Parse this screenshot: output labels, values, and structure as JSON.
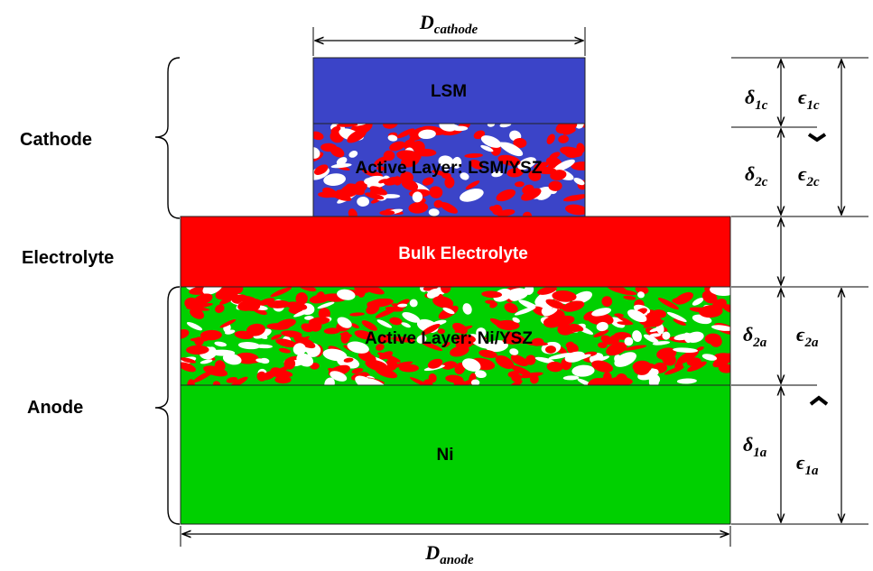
{
  "dimensions": {
    "cathode_width": {
      "symbol": "D",
      "subscript": "cathode"
    },
    "anode_width": {
      "symbol": "D",
      "subscript": "anode"
    }
  },
  "group_labels": {
    "cathode": "Cathode",
    "electrolyte": "Electrolyte",
    "anode": "Anode"
  },
  "layers": {
    "lsm": {
      "label": "LSM",
      "color": "#3b44c8"
    },
    "cathode_active": {
      "label": "Active Layer: LSM/YSZ",
      "colors": [
        "#3b44c8",
        "#ff0000",
        "#ffffff"
      ]
    },
    "electrolyte": {
      "label": "Bulk Electrolyte",
      "color": "#ff0000"
    },
    "anode_active": {
      "label": "Active Layer: Ni/YSZ",
      "colors": [
        "#00d000",
        "#ff0000",
        "#ffffff"
      ]
    },
    "ni": {
      "label": "Ni",
      "color": "#00d000"
    }
  },
  "thickness_labels": {
    "delta_1c": {
      "symbol": "δ",
      "subscript": "1c"
    },
    "delta_2c": {
      "symbol": "δ",
      "subscript": "2c"
    },
    "eps_1c": {
      "symbol": "ϵ",
      "subscript": "1c"
    },
    "eps_2c": {
      "symbol": "ϵ",
      "subscript": "2c"
    },
    "delta_2a": {
      "symbol": "δ",
      "subscript": "2a"
    },
    "delta_1a": {
      "symbol": "δ",
      "subscript": "1a"
    },
    "eps_2a": {
      "symbol": "ϵ",
      "subscript": "2a"
    },
    "eps_1a": {
      "symbol": "ϵ",
      "subscript": "1a"
    }
  }
}
